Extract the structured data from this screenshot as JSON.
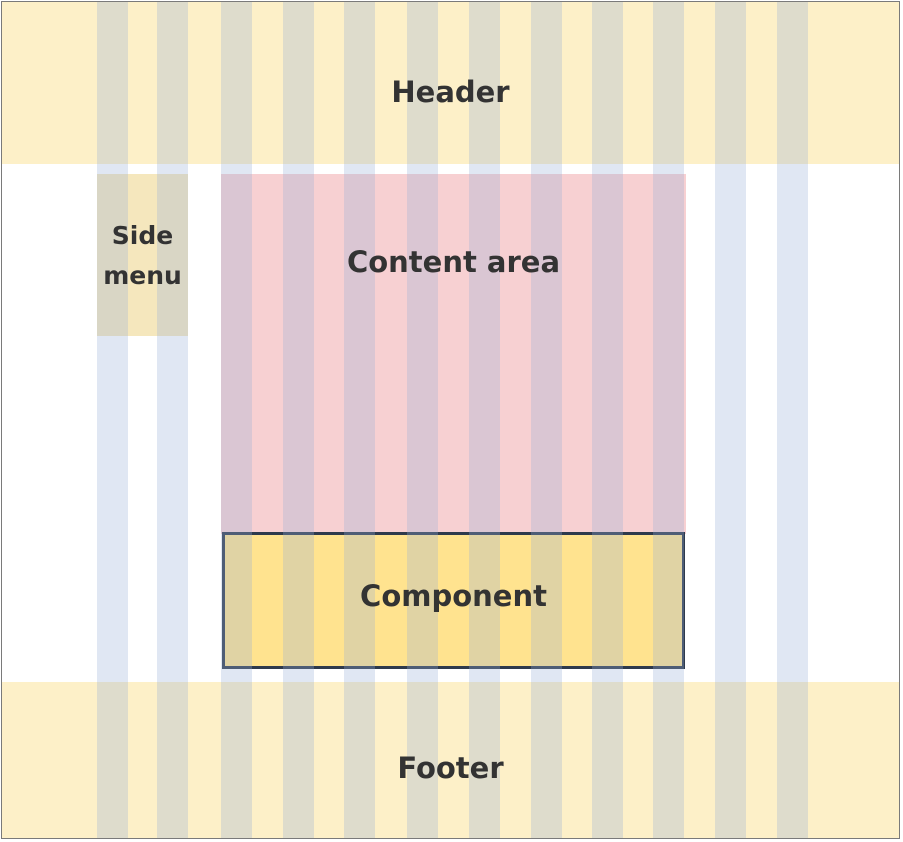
{
  "labels": {
    "header": "Header",
    "side_menu": "Side menu",
    "content_area": "Content area",
    "component": "Component",
    "footer": "Footer"
  },
  "colors": {
    "header_footer": "#fdf0c8",
    "side_menu": "#f5e7bd",
    "content_area": "#f7d0d2",
    "component_fill": "#ffe38f",
    "component_border": "#2e3a4c",
    "columns": "#99b0d8",
    "text": "#333333",
    "frame_border": "#7a7a7a"
  },
  "grid_columns": 12
}
